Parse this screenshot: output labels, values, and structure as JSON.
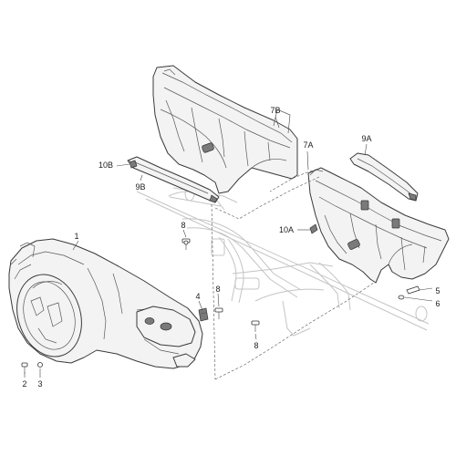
{
  "diagram": {
    "labels": {
      "p1": "1",
      "p2": "2",
      "p3": "3",
      "p4": "4",
      "p5": "5",
      "p6": "6",
      "p7a": "7A",
      "p7b": "7B",
      "p8a": "8",
      "p8b": "8",
      "p8c": "8",
      "p9a": "9A",
      "p9b": "9B",
      "p10a": "10A",
      "p10b": "10B"
    },
    "colors": {
      "outline": "#3a3a3a",
      "fill": "#f3f3f3",
      "ghost": "#c4c4c4"
    }
  }
}
